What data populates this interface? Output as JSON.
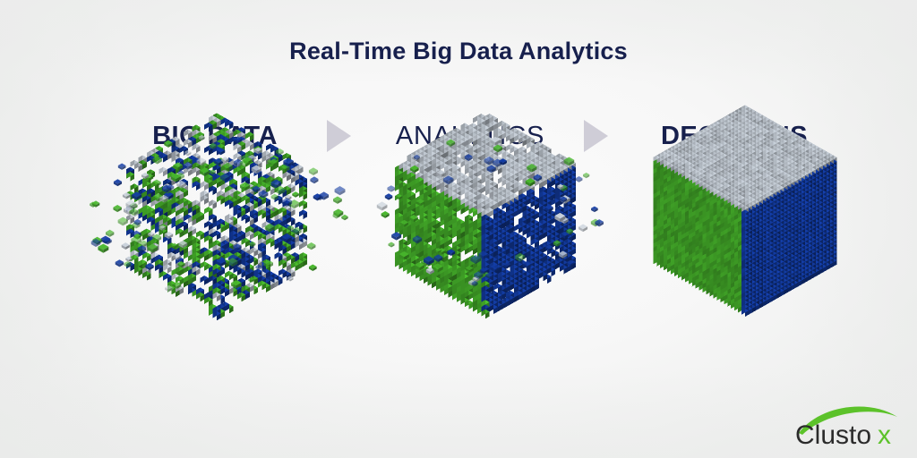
{
  "page": {
    "title": "Real-Time Big Data Analytics",
    "background_color": "#f2f3f2"
  },
  "colors": {
    "navy_text": "#17204d",
    "voxel_green": "#45b02a",
    "voxel_blue": "#123a9e",
    "voxel_gray": "#c3cbd4",
    "arrow_gray": "#cfcdd7",
    "logo_green": "#5cc22a",
    "logo_dark": "#2b2b2b"
  },
  "stages": [
    {
      "id": "big-data",
      "label": "BIG DATA",
      "weight": "bold",
      "state": "scattered"
    },
    {
      "id": "analytics",
      "label": "ANALYTICS",
      "weight": "light",
      "state": "partial"
    },
    {
      "id": "decisions",
      "label": "DECISIONS",
      "weight": "bold",
      "state": "solid"
    }
  ],
  "arrows": [
    {
      "id": "arrow-1",
      "glyph": "triangle-right"
    },
    {
      "id": "arrow-2",
      "glyph": "triangle-right"
    }
  ],
  "logo": {
    "name": "Clustox",
    "word_main": "Clusto",
    "word_accent": "x",
    "swoosh": "green-arc"
  }
}
